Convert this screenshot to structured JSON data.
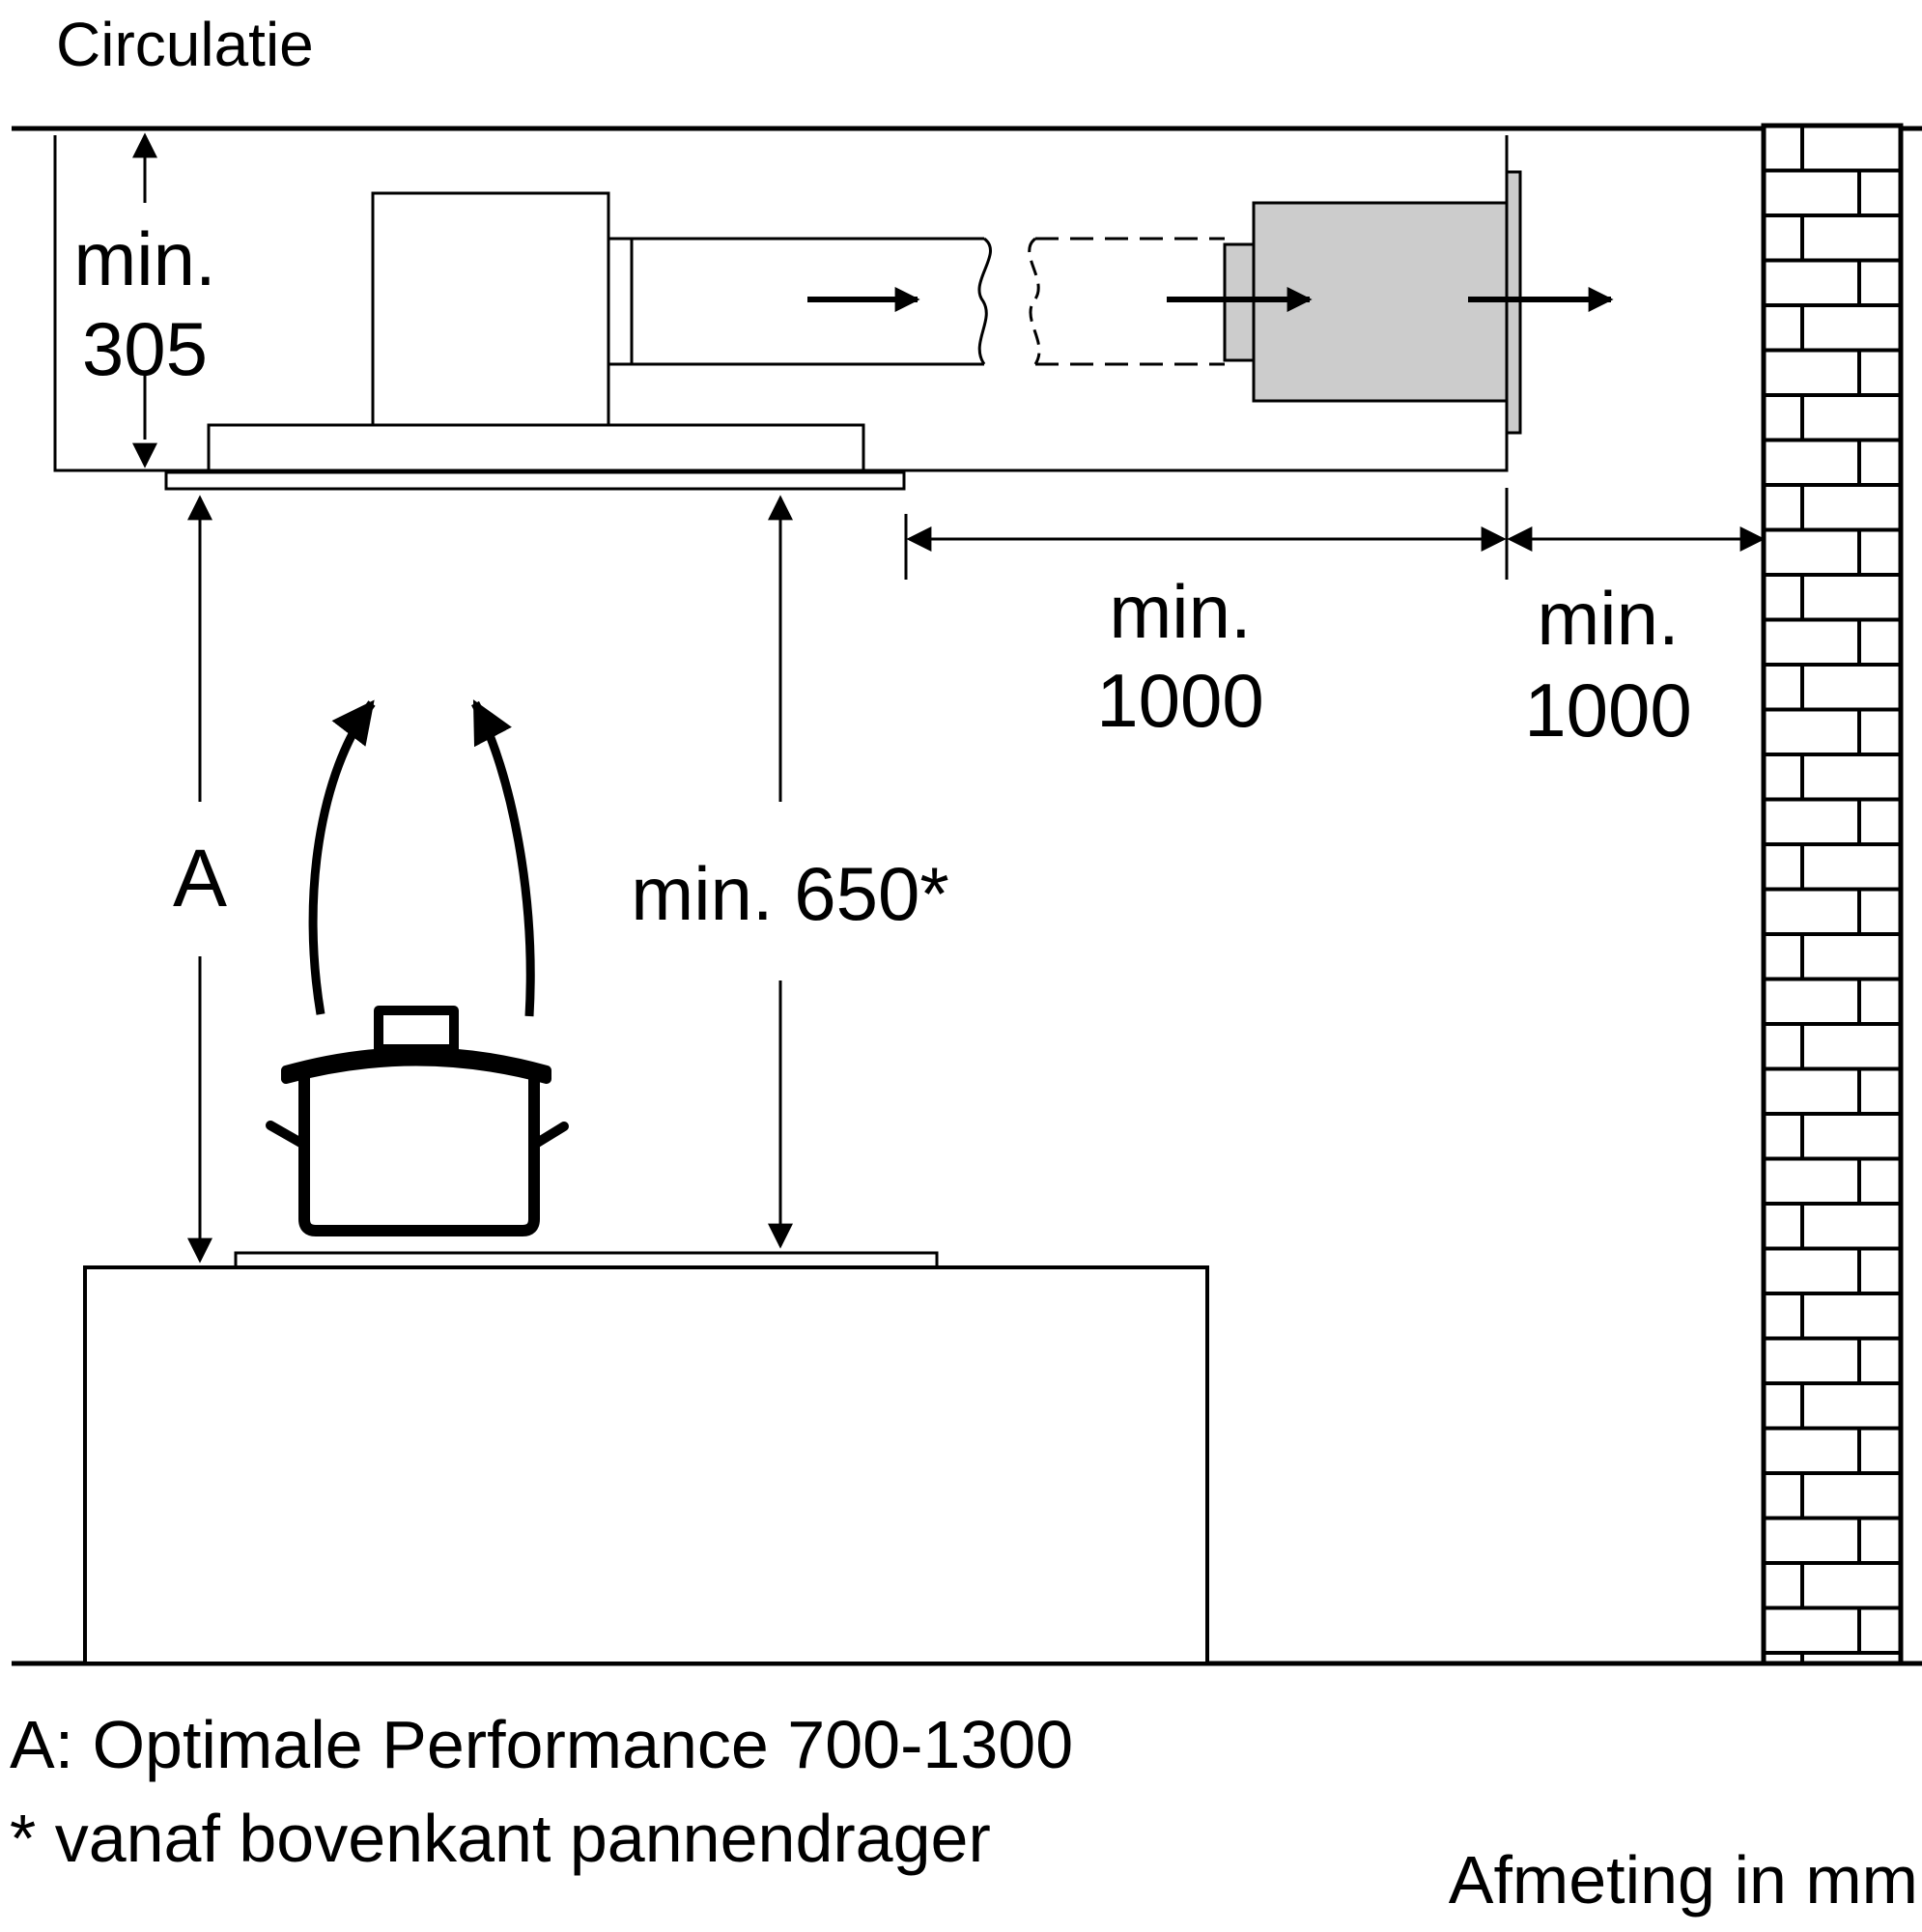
{
  "title": "Circulatie",
  "labels": {
    "ceiling_gap_min": "min.",
    "ceiling_gap_value": "305",
    "a_label": "A",
    "hob_clearance": "min. 650*",
    "duct_length_min": "min.",
    "duct_length_value": "1000",
    "wall_gap_min": "min.",
    "wall_gap_value": "1000"
  },
  "notes": {
    "a_note": "A: Optimale Performance 700-1300",
    "star_note": "* vanaf bovenkant pannendrager",
    "units": "Afmeting in mm"
  },
  "colors": {
    "line": "#000000",
    "filter_box": "#cccccc",
    "background": "#ffffff"
  }
}
